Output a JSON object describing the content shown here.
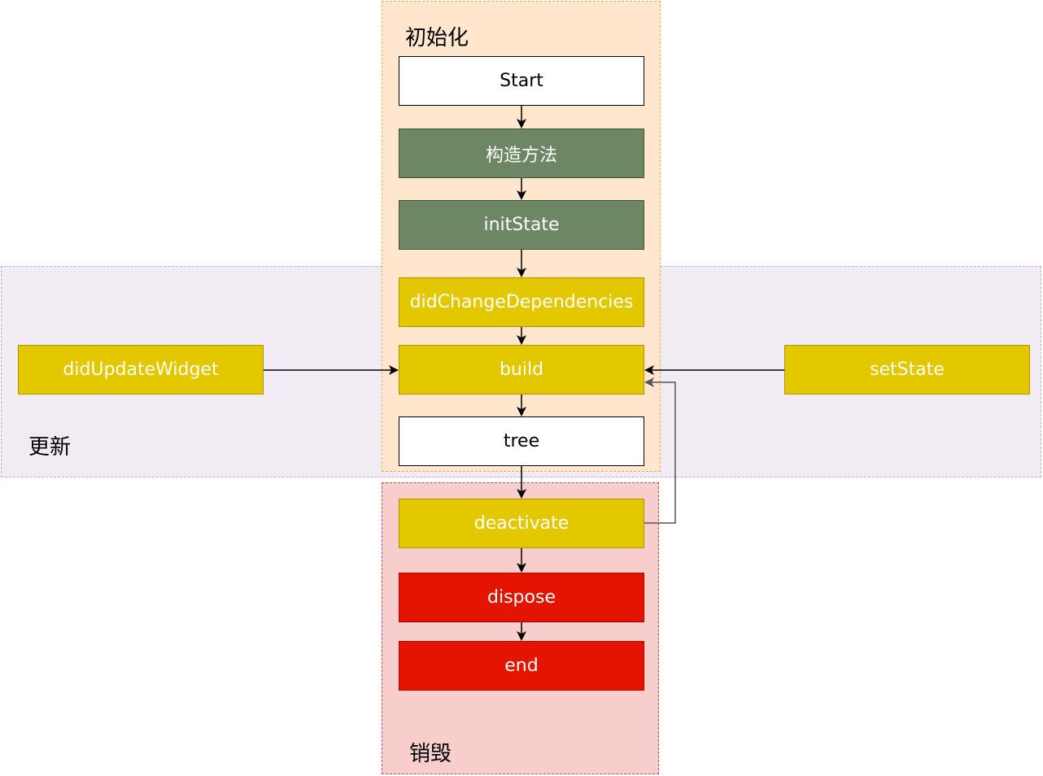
{
  "zones": {
    "init": "初始化",
    "update": "更新",
    "destroy": "销毁"
  },
  "nodes": {
    "start": "Start",
    "constructor": "构造方法",
    "init_state": "initState",
    "did_change_dependencies": "didChangeDependencies",
    "build": "build",
    "tree": "tree",
    "did_update_widget": "didUpdateWidget",
    "set_state": "setState",
    "deactivate": "deactivate",
    "dispose": "dispose",
    "end": "end"
  },
  "colors": {
    "start_fill": "#ffffff",
    "green_fill": "#6d8764",
    "yellow_fill": "#e3c800",
    "red_fill": "#e51400",
    "init_zone_fill": "#ffe6cc",
    "update_zone_fill": "#e1d5e7",
    "destroy_zone_fill": "#f8cecc"
  }
}
